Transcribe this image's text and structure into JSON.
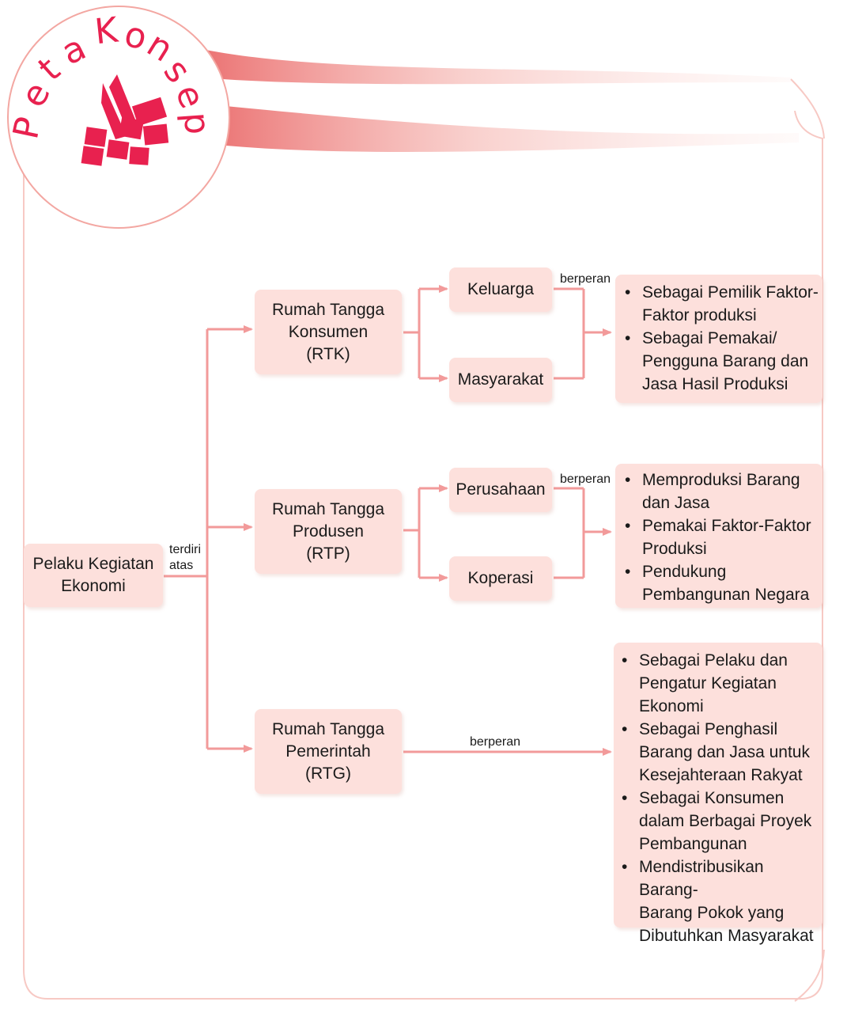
{
  "header": {
    "title_letters": [
      "P",
      "e",
      "t",
      "a",
      "K",
      "o",
      "n",
      "s",
      "e",
      "p"
    ]
  },
  "colors": {
    "accent": "#e8214f",
    "box_fill": "#fde0dc",
    "connector": "#f29a9a",
    "border": "#f7c9c4"
  },
  "root": {
    "label": "Pelaku Kegiatan\nEkonomi"
  },
  "connector_root_label": "terdiri\natas",
  "households": [
    {
      "label": "Rumah Tangga\nKonsumen\n(RTK)"
    },
    {
      "label": "Rumah Tangga\nProdusen\n(RTP)"
    },
    {
      "label": "Rumah Tangga\nPemerintah\n(RTG)"
    }
  ],
  "members": [
    {
      "label": "Keluarga"
    },
    {
      "label": "Masyarakat"
    },
    {
      "label": "Perusahaan"
    },
    {
      "label": "Koperasi"
    }
  ],
  "role_connector_label": "berperan",
  "roles": {
    "rtk": [
      "Sebagai Pemilik Faktor-\nFaktor produksi",
      "Sebagai Pemakai/\nPengguna Barang dan\nJasa Hasil Produksi"
    ],
    "rtp": [
      "Memproduksi Barang\ndan Jasa",
      "Pemakai Faktor-Faktor\nProduksi",
      "Pendukung\nPembangunan Negara"
    ],
    "rtg": [
      "Sebagai Pelaku dan\nPengatur Kegiatan\nEkonomi",
      "Sebagai Penghasil\nBarang dan Jasa untuk\nKesejahteraan Rakyat",
      "Sebagai Konsumen\ndalam Berbagai Proyek\nPembangunan",
      "Mendistribusikan Barang-\nBarang Pokok yang\nDibutuhkan Masyarakat"
    ]
  }
}
